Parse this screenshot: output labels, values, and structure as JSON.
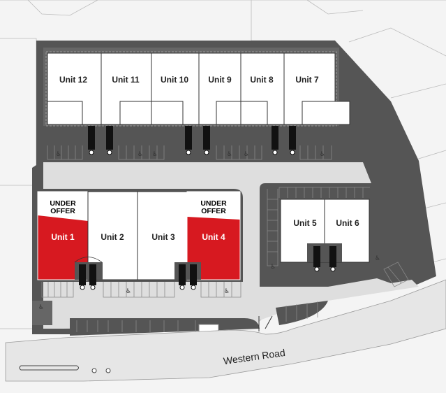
{
  "map": {
    "units": [
      {
        "id": "unit-12",
        "label": "Unit 12",
        "status": "available"
      },
      {
        "id": "unit-11",
        "label": "Unit 11",
        "status": "available"
      },
      {
        "id": "unit-10",
        "label": "Unit 10",
        "status": "available"
      },
      {
        "id": "unit-9",
        "label": "Unit 9",
        "status": "available"
      },
      {
        "id": "unit-8",
        "label": "Unit 8",
        "status": "available"
      },
      {
        "id": "unit-7",
        "label": "Unit 7",
        "status": "available"
      },
      {
        "id": "unit-1",
        "label": "Unit 1",
        "status": "under_offer"
      },
      {
        "id": "unit-2",
        "label": "Unit 2",
        "status": "available"
      },
      {
        "id": "unit-3",
        "label": "Unit 3",
        "status": "available"
      },
      {
        "id": "unit-4",
        "label": "Unit 4",
        "status": "under_offer"
      },
      {
        "id": "unit-5",
        "label": "Unit 5",
        "status": "available"
      },
      {
        "id": "unit-6",
        "label": "Unit 6",
        "status": "available"
      }
    ],
    "under_offer_line1": "UNDER",
    "under_offer_line2": "OFFER",
    "road_name": "Western Road",
    "colors": {
      "site": "#555555",
      "yard": "#dedede",
      "building": "#ffffff",
      "under_offer": "#d71920",
      "road": "#e6e6e6",
      "background": "#f4f4f4"
    },
    "icons": [
      "wheelchair-icon",
      "lorry-icon"
    ]
  }
}
